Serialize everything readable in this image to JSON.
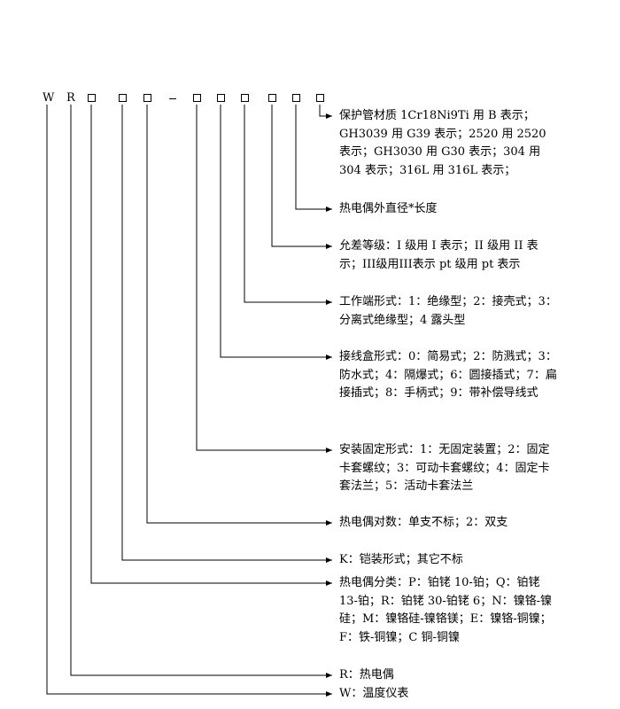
{
  "code": {
    "letters": [
      "W",
      "R"
    ],
    "separator": "-"
  },
  "descriptions": {
    "protection_tube": "保护管材质 1Cr18Ni9Ti 用 B 表示；GH3039 用 G39 表示；2520 用 2520 表示；GH3030 用 G30 表示；304 用 304 表示；316L 用 316L 表示；",
    "diameter_length": "热电偶外直径*长度",
    "tolerance_grade": "允差等级：I 级用 I 表示；II 级用 II 表示；III级用III表示 pt 级用 pt 表示",
    "junction_type": "工作端形式：1：绝缘型；2：接壳式；3：分离式绝缘型；4 露头型",
    "terminal_box": "接线盒形式：0：简易式；2：防溅式；3：防水式；4：隔爆式；6：圆接插式；7：扁接插式；8：手柄式；9：带补偿导线式",
    "mounting": "安装固定形式：1：无固定装置；2：固定卡套螺纹；3：可动卡套螺纹；4：固定卡套法兰；5：活动卡套法兰",
    "pair_count": "热电偶对数：单支不标；2：双支",
    "armored": "K：铠装形式；其它不标",
    "classification": "热电偶分类：P：铂铑 10-铂；Q：铂铑 13-铂；R：铂铑 30-铂铑 6；N：镍铬-镍硅；M：镍铬硅-镍铬镁；E：镍铬-铜镍；F：铁-铜镍；C 铜-铜镍",
    "thermocouple": "R：热电偶",
    "temperature_instrument": "W：温度仪表"
  }
}
